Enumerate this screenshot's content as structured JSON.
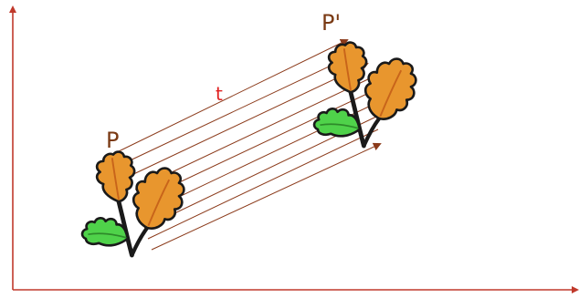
{
  "labels": {
    "point_original": "P",
    "point_image": "P'",
    "vector_label": "t"
  },
  "icons": {
    "leaf_branch": "oak-leaf-branch-icon",
    "axis_arrow": "arrow-head-icon"
  },
  "colors": {
    "axis": "#c0392b",
    "vector_label": "#e02020",
    "translation_lines": "#8b3a1a",
    "label_text": "#7a3a14",
    "leaf_orange": "#e8962e",
    "leaf_orange_dark": "#c8641a",
    "leaf_green": "#4fd24a",
    "outline": "#1a1a1a"
  }
}
